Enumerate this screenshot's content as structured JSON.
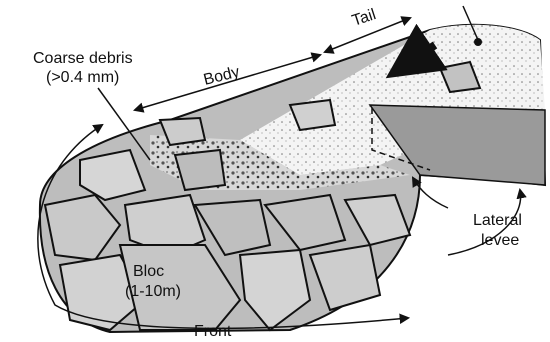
{
  "diagram": {
    "labels": {
      "tail": "Tail",
      "body": "Body",
      "coarse_debris_line1": "Coarse debris",
      "coarse_debris_line2": "(>0.4 mm)",
      "lateral_levee_line1": "Lateral",
      "lateral_levee_line2": "levee",
      "bloc_line1": "Bloc",
      "bloc_line2": "(1-10m)",
      "front": "Front"
    }
  }
}
